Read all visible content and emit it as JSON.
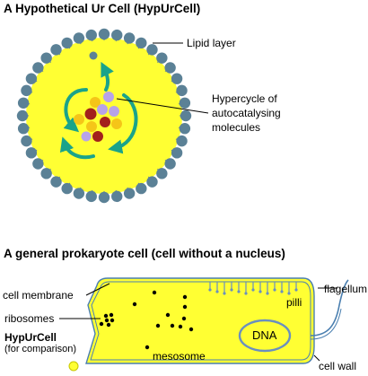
{
  "top": {
    "title": "A Hypothetical Ur Cell (HypUrCell)",
    "lipid_label": "Lipid layer",
    "hypercycle_label_1": "Hypercycle of",
    "hypercycle_label_2": "autocatalysing",
    "hypercycle_label_3": "molecules"
  },
  "bottom": {
    "title": "A general prokaryote cell (cell without a nucleus)",
    "cell_membrane_label": "cell membrane",
    "ribosomes_label": "ribosomes",
    "pilli_label": "pilli",
    "flagellum_label": "flagellum",
    "dna_label": "DNA",
    "mesosome_label": "mesosome",
    "cell_wall_label": "cell wall",
    "hypurcell_label": "HypUrCell",
    "comparison_label": "(for comparison)"
  },
  "colors": {
    "cell_fill": "#ffff33",
    "lipid_head": "#5b8196",
    "arrow": "#1aa38a",
    "molecule_yellow": "#f5c518",
    "molecule_red": "#a3201c",
    "molecule_purple": "#b7a3e8",
    "membrane": "#4a7fb0"
  }
}
